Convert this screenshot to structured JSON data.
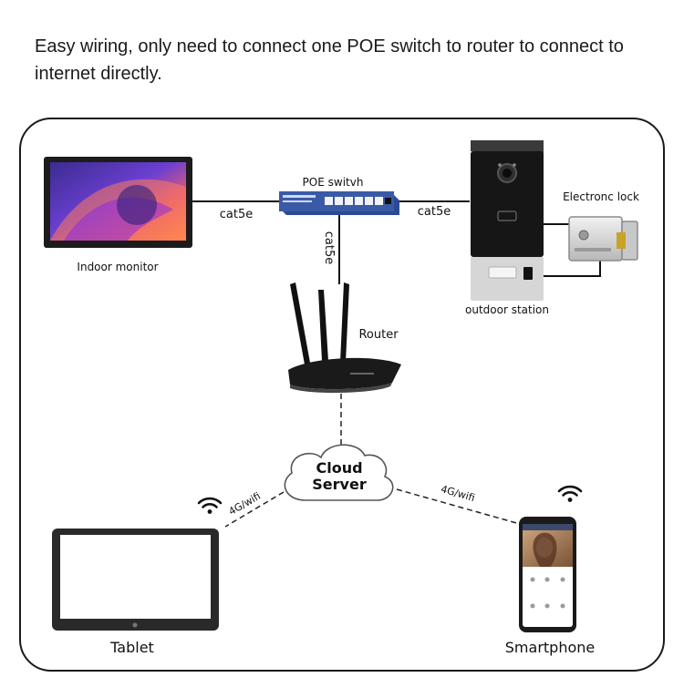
{
  "headline": "Easy wiring, only need to connect one POE switch to router to connect to internet directly.",
  "labels": {
    "poe_switch": "POE switvh",
    "cable_left": "cat5e",
    "cable_right": "cat5e",
    "cable_down": "cat5e",
    "indoor_monitor": "Indoor monitor",
    "electronic_lock": "Electronc lock",
    "outdoor_station": "outdoor station",
    "router": "Router",
    "cloud_line1": "Cloud",
    "cloud_line2": "Server",
    "link_left": "4G/wifi",
    "link_right": "4G/wifi",
    "tablet": "Tablet",
    "smartphone": "Smartphone"
  },
  "colors": {
    "frame": "#1a1a1a",
    "switch": "#3a5aa8",
    "doorbell_top": "#2a2a2a",
    "doorbell_bottom": "#d9d9d9"
  }
}
